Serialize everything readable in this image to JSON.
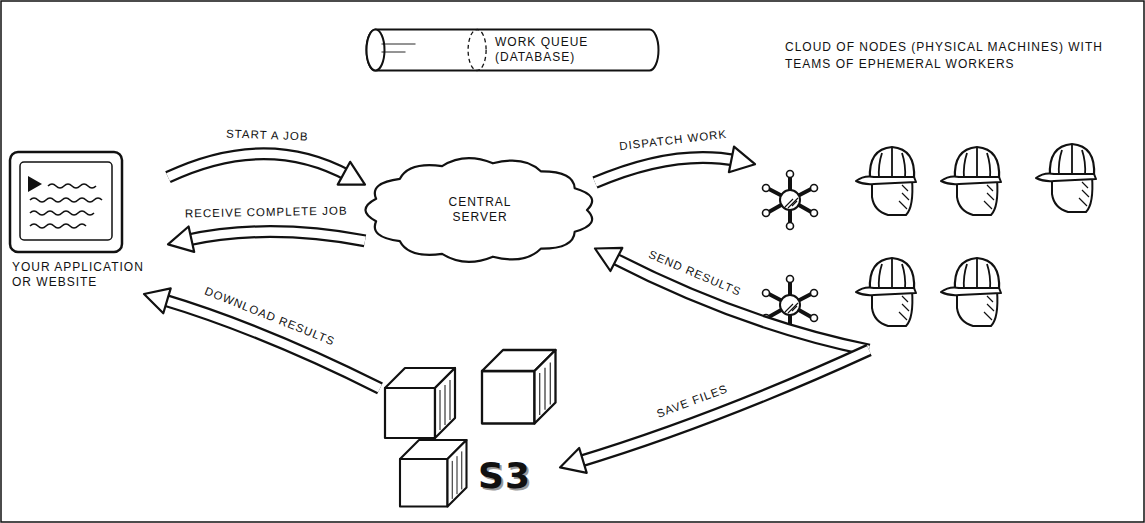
{
  "diagram": {
    "nodes": [
      {
        "text": [
          "WORK QUEUE (DATABASE)"
        ]
      },
      {
        "text": [
          "CLOUD OF NODES (PHYSICAL MACHINES) WITH TEAMS OF EPHEMERAL WORKERS"
        ]
      },
      {
        "text": [
          "YOUR APPLICATION OR WEBSITE"
        ]
      },
      {
        "text": [
          "CENTRAL SERVER"
        ]
      },
      {
        "text": [
          "S3"
        ]
      }
    ],
    "edges": [
      {
        "from": 2,
        "to": 3,
        "label": "START A JOB",
        "arrow": "to"
      },
      {
        "from": 3,
        "to": 2,
        "label": "RECEIVE COMPLETE JOB",
        "arrow": "to"
      },
      {
        "from": 3,
        "to": 1,
        "label": "DISPATCH WORK",
        "arrow": "to"
      },
      {
        "from": 1,
        "to": 3,
        "label": "SEND RESULTS",
        "arrow": "to"
      },
      {
        "from": 1,
        "to": 4,
        "label": "SAVE FILES",
        "arrow": "to"
      },
      {
        "from": 4,
        "to": 2,
        "label": "DOWNLOAD RESULTS",
        "arrow": "to"
      }
    ]
  }
}
